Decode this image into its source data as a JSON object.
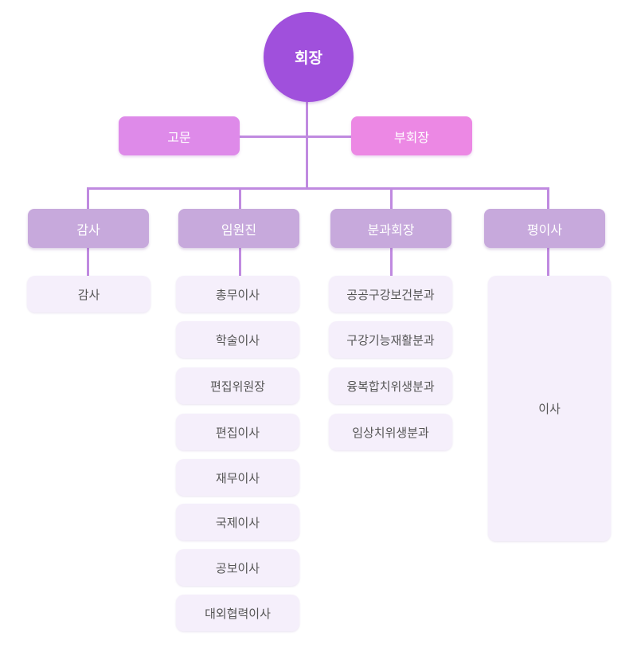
{
  "president": "회장",
  "advisor": "고문",
  "vice_president": "부회장",
  "columns": [
    {
      "head": "감사",
      "items": [
        "감사"
      ]
    },
    {
      "head": "임원진",
      "items": [
        "총무이사",
        "학술이사",
        "편집위원장",
        "편집이사",
        "재무이사",
        "국제이사",
        "공보이사",
        "대외협력이사"
      ]
    },
    {
      "head": "분과회장",
      "items": [
        "공공구강보건분과",
        "구강기능재활분과",
        "융복합치위생분과",
        "임상치위생분과"
      ]
    },
    {
      "head": "평이사",
      "items": [
        "이사"
      ]
    }
  ],
  "colors": {
    "president": "#a050dc",
    "advisor": "#de8ae9",
    "vice_president": "#ec88e4",
    "head": "#c7a9dc",
    "item": "#f5effb",
    "connector": "#c08ae0"
  }
}
